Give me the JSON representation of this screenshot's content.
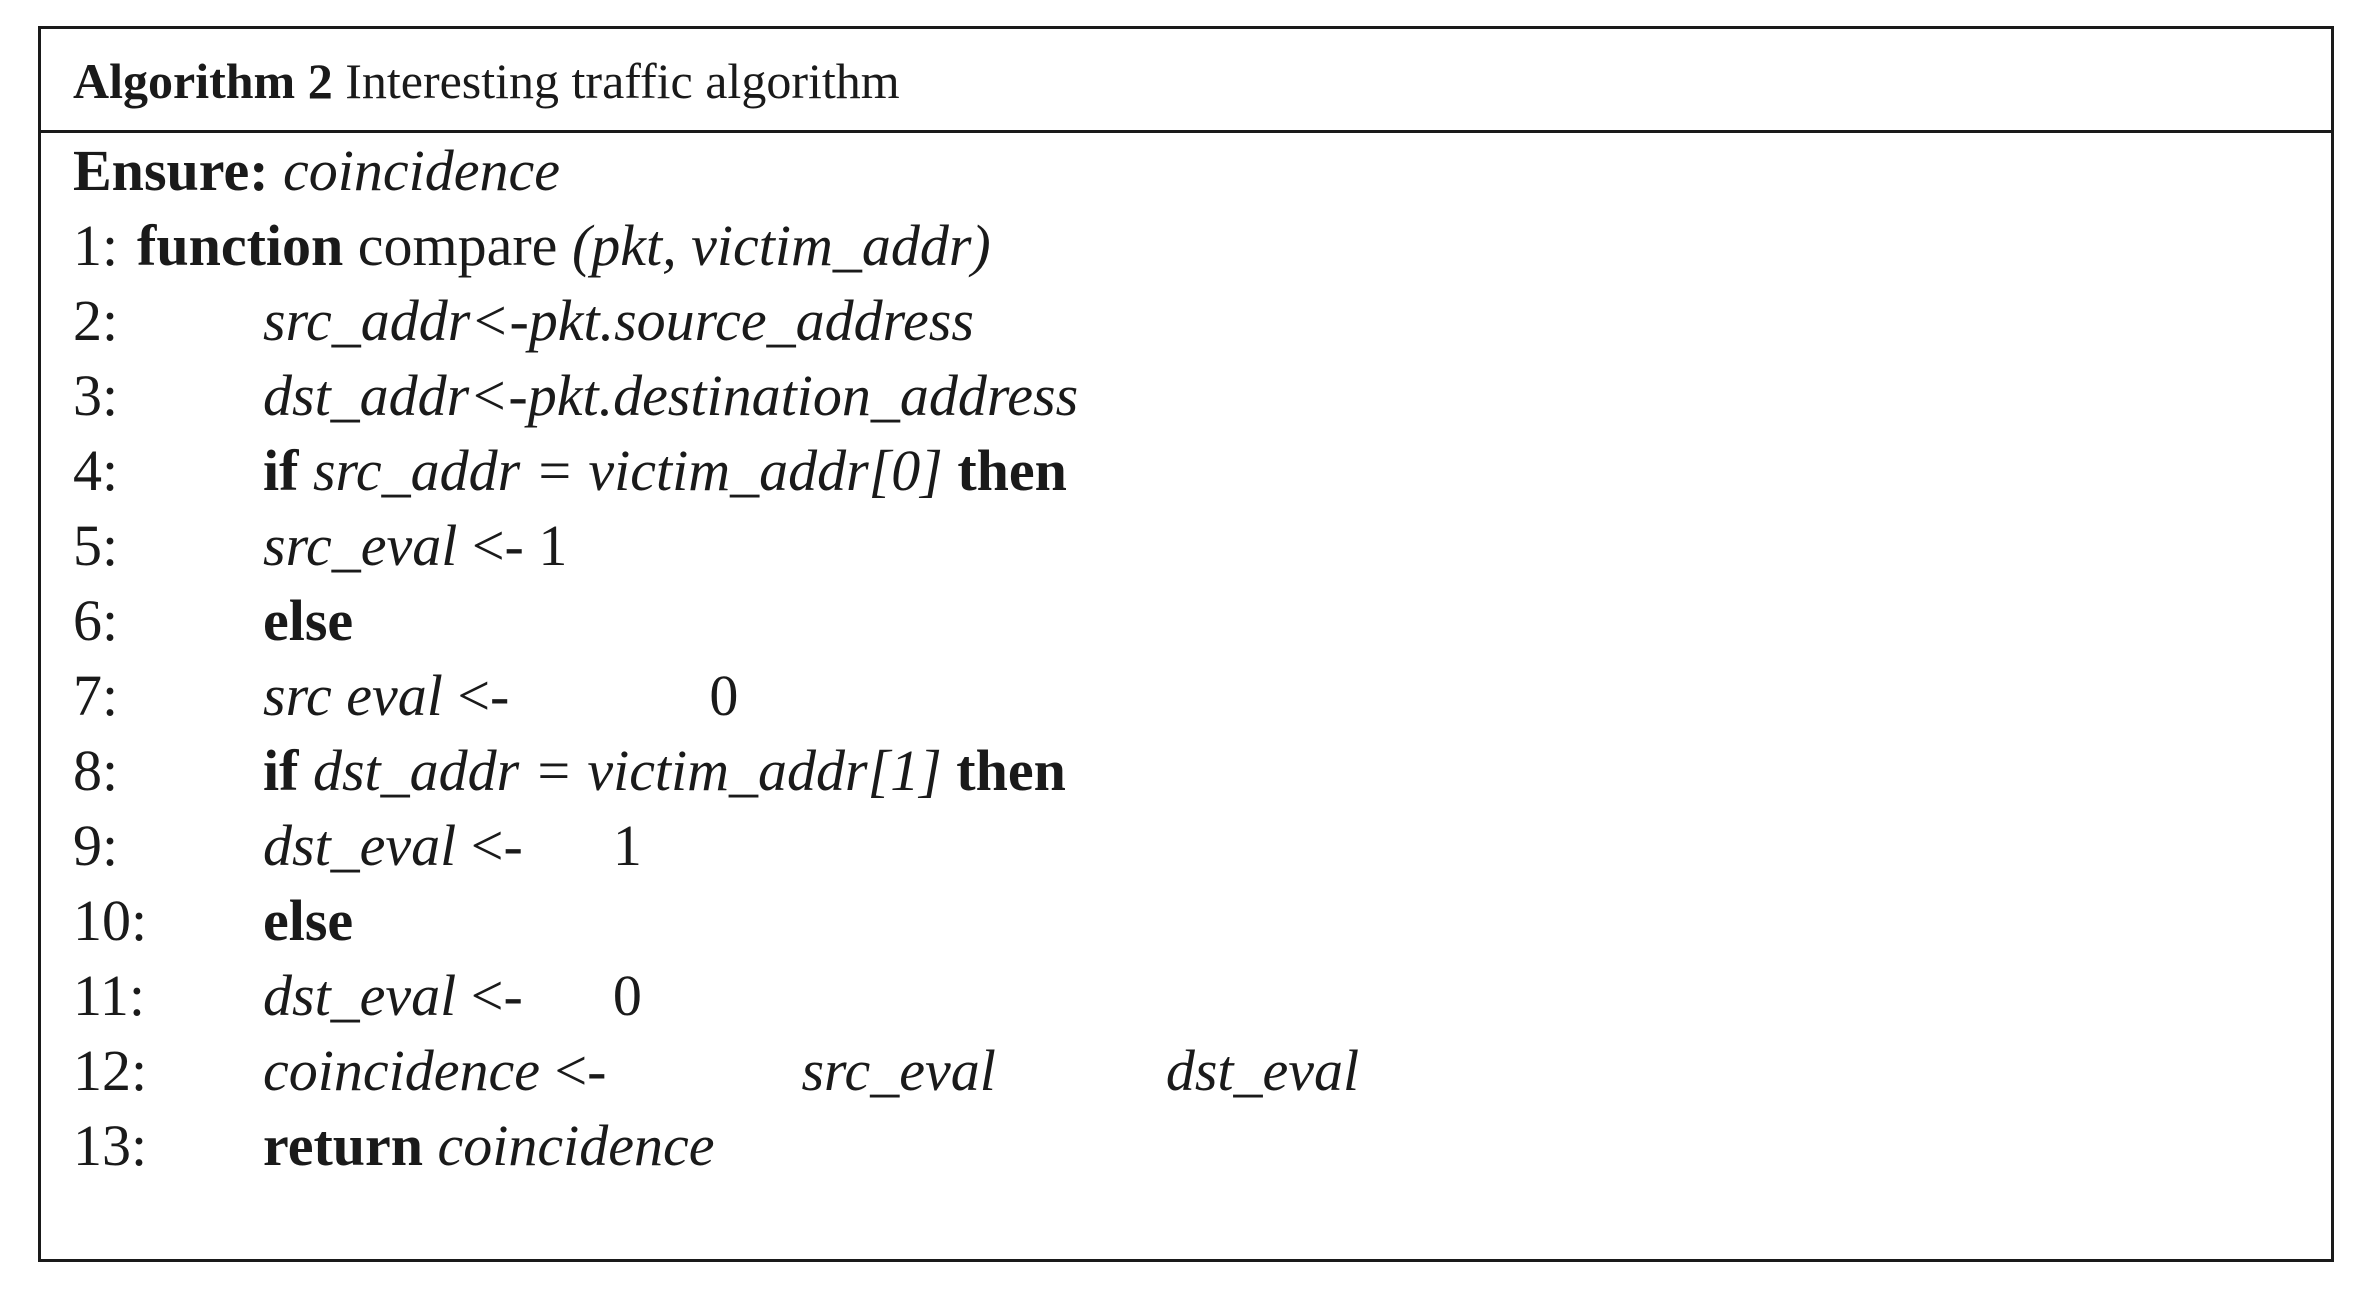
{
  "header": {
    "label": "Algorithm 2",
    "title": "Interesting traffic algorithm"
  },
  "ensure": {
    "keyword": "Ensure:",
    "value": "coincidence"
  },
  "lines": [
    {
      "num": "1:",
      "kw": "function",
      "name": "compare",
      "args": "(pkt, victim_addr)"
    },
    {
      "num": "2:",
      "text": "src_addr<-pkt.source_address"
    },
    {
      "num": "3:",
      "text": "dst_addr<-pkt.destination_address"
    },
    {
      "num": "4:",
      "kw": "if",
      "cond": "src_addr = victim_addr[0]",
      "kw2": "then"
    },
    {
      "num": "5:",
      "var": "src_eval",
      "op": "<- 1"
    },
    {
      "num": "6:",
      "kw": "else"
    },
    {
      "num": "7:",
      "var": "src eval",
      "op": "<-",
      "val": "0"
    },
    {
      "num": "8:",
      "kw": "if",
      "cond": "dst_addr = victim_addr[1]",
      "kw2": "then"
    },
    {
      "num": "9:",
      "var": "dst_eval",
      "op": "<-",
      "val": "1"
    },
    {
      "num": "10:",
      "kw": "else"
    },
    {
      "num": "11:",
      "var": "dst_eval",
      "op": "<-",
      "val": "0"
    },
    {
      "num": "12:",
      "var": "coincidence",
      "op": "<-",
      "a": "src_eval",
      "b": "dst_eval"
    },
    {
      "num": "13:",
      "kw": "return",
      "ret": "coincidence"
    }
  ]
}
